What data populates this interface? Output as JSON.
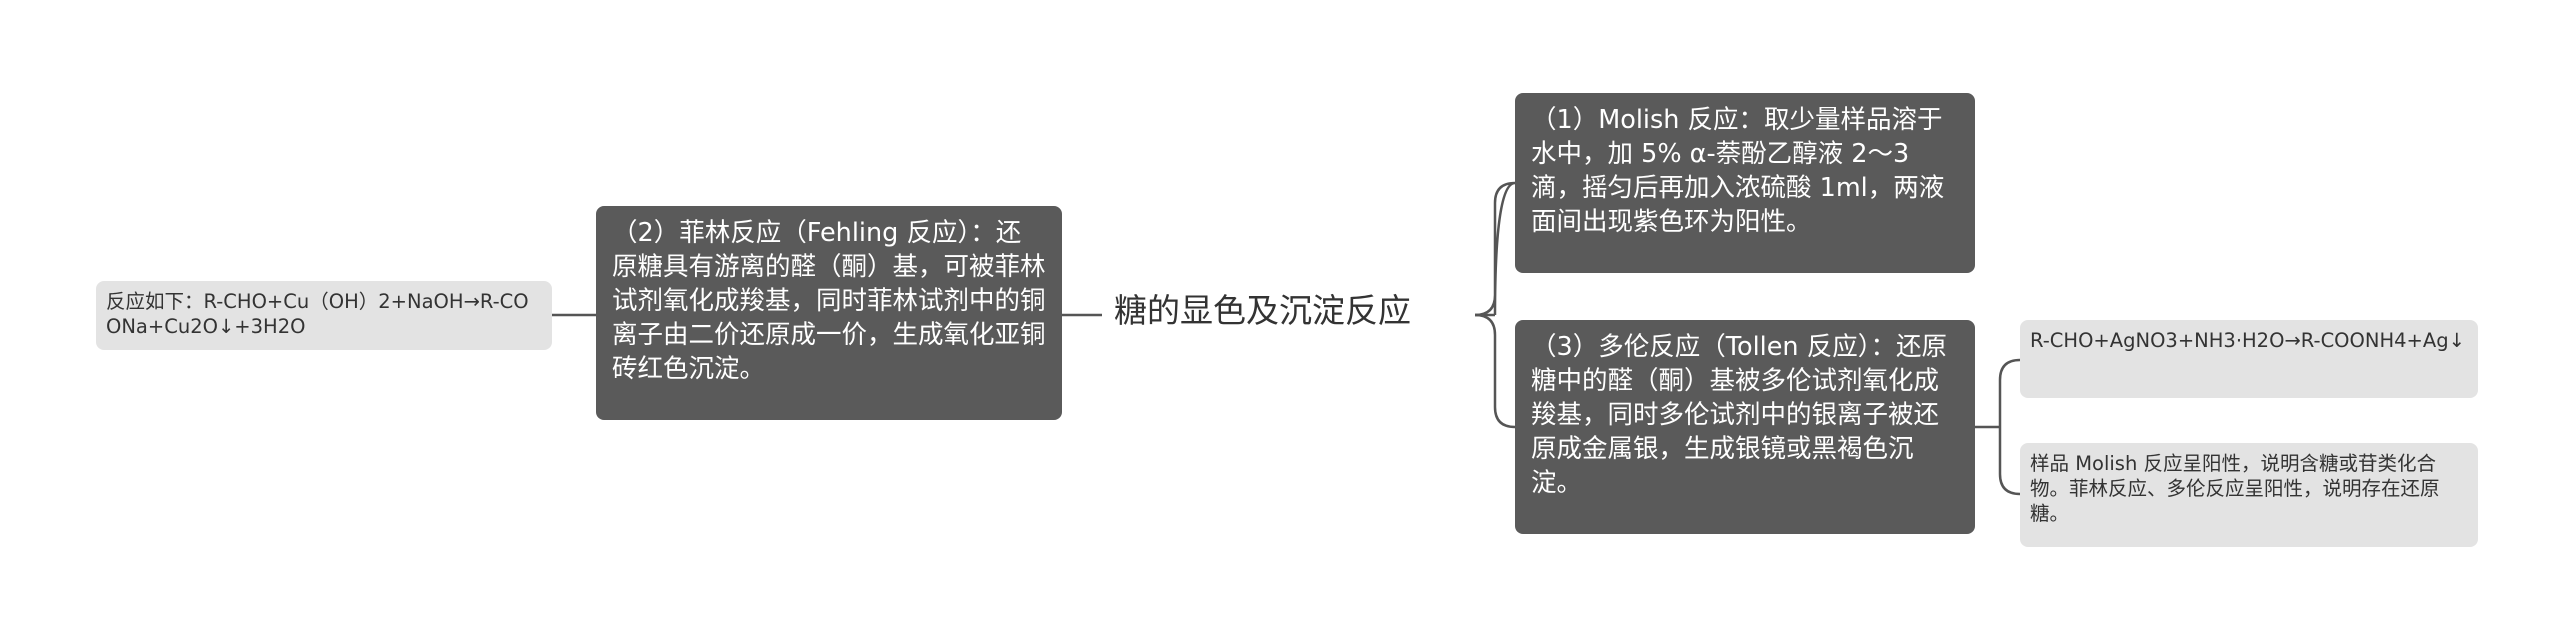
{
  "mindmap": {
    "root": "糖的显色及沉淀反应",
    "nodes": {
      "molish": "（1）Molish 反应：取少量样品溶于水中，加 5% α-萘酚乙醇液 2～3 滴，摇匀后再加入浓硫酸 1ml，两液面间出现紫色环为阳性。",
      "fehling": "（2）菲林反应（Fehling 反应）：还原糖具有游离的醛（酮）基，可被菲林试剂氧化成羧基，同时菲林试剂中的铜离子由二价还原成一价，生成氧化亚铜砖红色沉淀。",
      "fehling_equation": "反应如下：R-CHO+Cu（OH）2+NaOH→R-COONa+Cu2O↓+3H2O",
      "tollen": "（3）多伦反应（Tollen 反应）：还原糖中的醛（酮）基被多伦试剂氧化成羧基，同时多伦试剂中的银离子被还原成金属银，生成银镜或黑褐色沉淀。",
      "tollen_equation": "R-CHO+AgNO3+NH3·H2O→R-COONH4+Ag↓",
      "conclusion": "样品 Molish 反应呈阳性，说明含糖或苷类化合物。菲林反应、多伦反应呈阳性，说明存在还原糖。"
    }
  },
  "colors": {
    "dark_node": "#5a5a5a",
    "light_node": "#e3e3e3",
    "connector": "#555555"
  }
}
